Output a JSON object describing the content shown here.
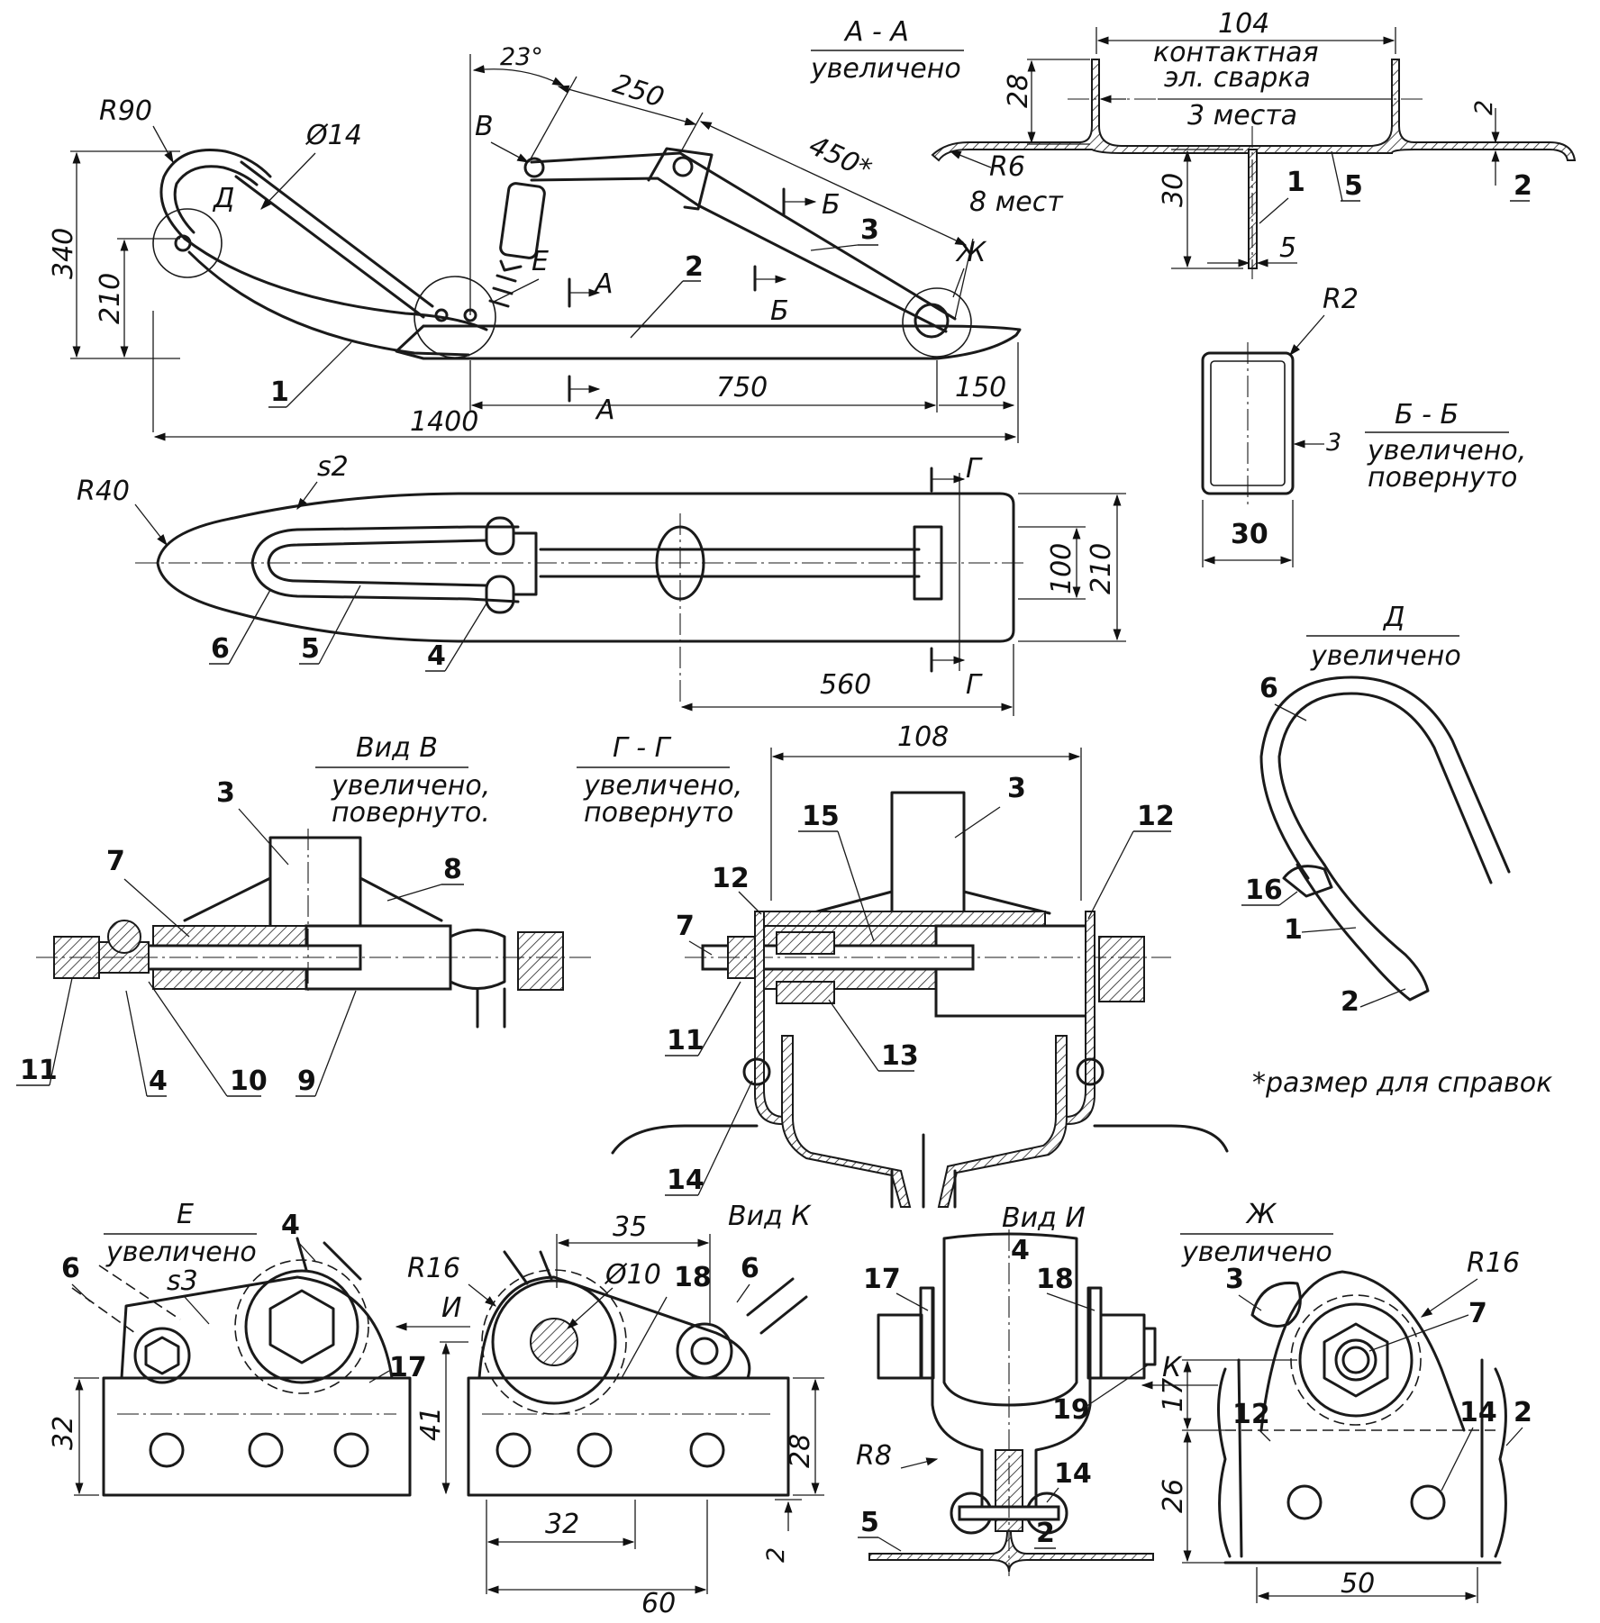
{
  "side_view": {
    "dims": {
      "d340": "340",
      "d210": "210",
      "d1400": "1400",
      "d750": "750",
      "d150": "150",
      "d250": "250",
      "d450": "450*",
      "angle": "23°",
      "r90": "R90",
      "d14": "Ø14"
    },
    "letters": {
      "V": "В",
      "D": "Д",
      "E": "Е",
      "Zh": "Ж",
      "A1": "А",
      "A2": "А",
      "B1": "Б",
      "B2": "Б"
    },
    "parts": {
      "p1": "1",
      "p2": "2",
      "p3": "3"
    }
  },
  "section_aa": {
    "title": "А - А",
    "subtitle": "увеличено",
    "dims": {
      "d104": "104",
      "d28": "28",
      "d30": "30",
      "d5": "5",
      "d2": "2",
      "r6": "R6",
      "r6_count": "8 мест"
    },
    "weld_note": [
      "контактная",
      "эл. сварка",
      "3 места"
    ],
    "parts": {
      "p1": "1",
      "p5": "5",
      "p2": "2"
    }
  },
  "section_bb": {
    "title": "Б - Б",
    "subtitle": [
      "увеличено,",
      "повернуто"
    ],
    "dims": {
      "r2": "R2",
      "d3": "3",
      "d30": "30"
    }
  },
  "plan_view": {
    "dims": {
      "r40": "R40",
      "s2": "s2",
      "d100": "100",
      "d210": "210",
      "d560": "560"
    },
    "letters": {
      "G1": "Г",
      "G2": "Г"
    },
    "parts": {
      "p6": "6",
      "p5": "5",
      "p4": "4"
    }
  },
  "view_v": {
    "title": "Вид В",
    "subtitle": [
      "увеличено,",
      "повернуто."
    ],
    "parts": {
      "p3": "3",
      "p7": "7",
      "p8": "8",
      "p11": "11",
      "p4": "4",
      "p10": "10",
      "p9": "9"
    }
  },
  "section_gg": {
    "title": "Г - Г",
    "subtitle": [
      "увеличено,",
      "повернуто"
    ],
    "dims": {
      "d108": "108"
    },
    "parts": {
      "p3": "3",
      "p15": "15",
      "p12a": "12",
      "p12b": "12",
      "p7": "7",
      "p11": "11",
      "p13": "13",
      "p14": "14"
    }
  },
  "view_d": {
    "title": "Д",
    "subtitle": "увеличено",
    "parts": {
      "p6": "6",
      "p16": "16",
      "p1": "1",
      "p2": "2"
    }
  },
  "footnote": "*размер для справок",
  "view_e": {
    "title": "Е",
    "subtitle": "увеличено",
    "dims": {
      "s3": "s3",
      "d32": "32",
      "r16": "R16",
      "d41": "41",
      "arrow_i": "И"
    },
    "parts": {
      "p6": "6",
      "p4": "4",
      "p17": "17"
    }
  },
  "view_k": {
    "title": "Вид К",
    "dims": {
      "d35": "35",
      "d10": "Ø10",
      "d28": "28",
      "d32": "32",
      "d60": "60",
      "d2": "2"
    },
    "parts": {
      "p18": "18",
      "p6": "6"
    }
  },
  "view_i": {
    "title": "Вид И",
    "dims": {
      "r8": "R8"
    },
    "parts": {
      "p4": "4",
      "p17": "17",
      "p18": "18",
      "p19": "19",
      "p14": "14",
      "p5": "5",
      "p2": "2"
    }
  },
  "view_zh": {
    "title": "Ж",
    "subtitle": "увеличено",
    "dims": {
      "r16": "R16",
      "d17": "17",
      "d26": "26",
      "d50": "50",
      "arrow_k": "К"
    },
    "parts": {
      "p3": "3",
      "p7": "7",
      "p12": "12",
      "p14": "14",
      "p2": "2"
    }
  }
}
